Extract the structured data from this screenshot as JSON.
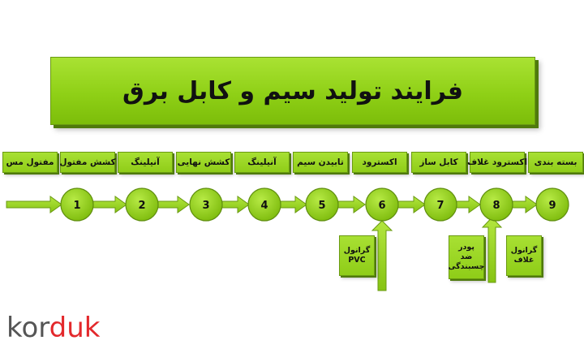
{
  "title": "فرایند تولید  سیم و کابل برق",
  "steps": [
    {
      "label": "مفتول مس"
    },
    {
      "label": "کشش مفتول"
    },
    {
      "label": "آنیلینگ"
    },
    {
      "label": "کشش نهایی"
    },
    {
      "label": "آنیلینگ"
    },
    {
      "label": "تابیدن سیم"
    },
    {
      "label": "اکسترود"
    },
    {
      "label": "کابل ساز"
    },
    {
      "label": "اکسترود غلاف"
    },
    {
      "label": "بسته بندی"
    }
  ],
  "nodes": [
    "1",
    "2",
    "3",
    "4",
    "5",
    "6",
    "7",
    "8",
    "9"
  ],
  "inputs": [
    {
      "label": "گرانول\nPVC"
    },
    {
      "label": "پودر\nضد\nچسبندگی"
    },
    {
      "label": "گرانول\nغلاف"
    }
  ],
  "logo": {
    "part1": "kor",
    "part2": "duk"
  },
  "colors": {
    "green": "#8fcd18",
    "green_dark": "#4f7a0c",
    "logo_gray": "#555555",
    "logo_red": "#e3282b"
  }
}
